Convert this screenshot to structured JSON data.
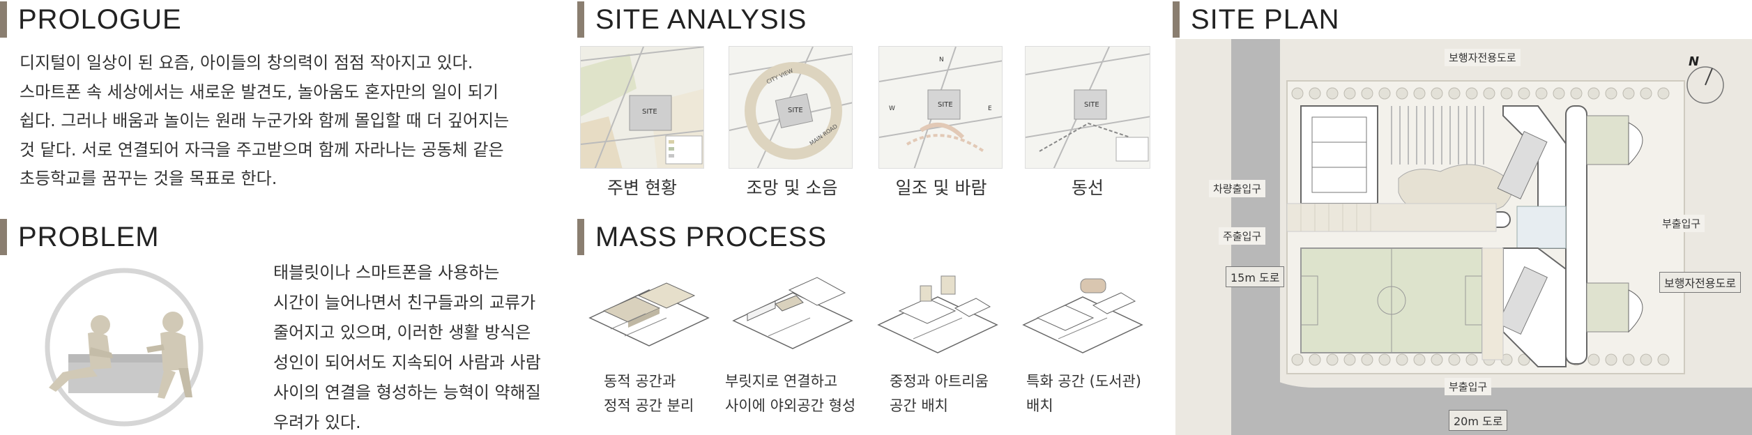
{
  "prologue": {
    "title": "PROLOGUE",
    "lines": [
      "디지털이 일상이 된 요즘, 아이들의 창의력이 점점 작아지고 있다.",
      "스마트폰 속 세상에서는 새로운 발견도, 놀아움도 혼자만의 일이 되기",
      "쉽다. 그러나 배움과 놀이는 원래 누군가와 함께 몰입할 때 더 깊어지는",
      "것 닽다. 서로 연결되어 자극을 주고받으며 함께 자라나는 공동체 같은",
      "초등학교를 꿈꾸는 것을 목표로 한다."
    ]
  },
  "problem": {
    "title": "PROBLEM",
    "lines": [
      "태블릿이나 스마트폰을 사용하는",
      "시간이 늘어나면서 친구들과의 교류가",
      "줄어지고 있으며, 이러한 생활 방식은",
      "성인이 되어서도 지속되어 사람과 사람",
      "사이의 연결을 형성하는 능혁이 약해질",
      "우려가 있다."
    ]
  },
  "site_analysis": {
    "title": "SITE ANALYSIS",
    "items": [
      {
        "caption": "주변 현황",
        "site": "SITE"
      },
      {
        "caption": "조망 및 소음",
        "site": "SITE",
        "label1": "CITY VIEW",
        "label2": "MAIN ROAD"
      },
      {
        "caption": "일조 및 바람",
        "site": "SITE",
        "n": "N",
        "e": "E",
        "w": "W"
      },
      {
        "caption": "동선",
        "site": "SITE"
      }
    ]
  },
  "mass_process": {
    "title": "MASS PROCESS",
    "items": [
      {
        "line1": "동적 공간과",
        "line2": "정적 공간 분리"
      },
      {
        "line1": "부릿지로 연결하고",
        "line2": "사이에 야외공간 형성"
      },
      {
        "line1": "중정과 아트리움",
        "line2": "공간 배치"
      },
      {
        "line1": "특화 공간 (도서관)",
        "line2": "배치"
      }
    ]
  },
  "site_plan": {
    "title": "SITE PLAN",
    "north": "N",
    "labels": {
      "top_path": "보행자전용도로",
      "vehicle_entry": "차량출입구",
      "main_entry": "주출입구",
      "road_15m": "15m 도로",
      "sub_entry_right": "부출입구",
      "right_path": "보행자전용도로",
      "sub_entry_bottom": "부출입구",
      "road_20m": "20m 도로"
    }
  },
  "colors": {
    "accent_bar": "#8a7e70",
    "figure": "#d1c9b6",
    "road": "#b5b5b5",
    "field": "#dde3cc"
  }
}
